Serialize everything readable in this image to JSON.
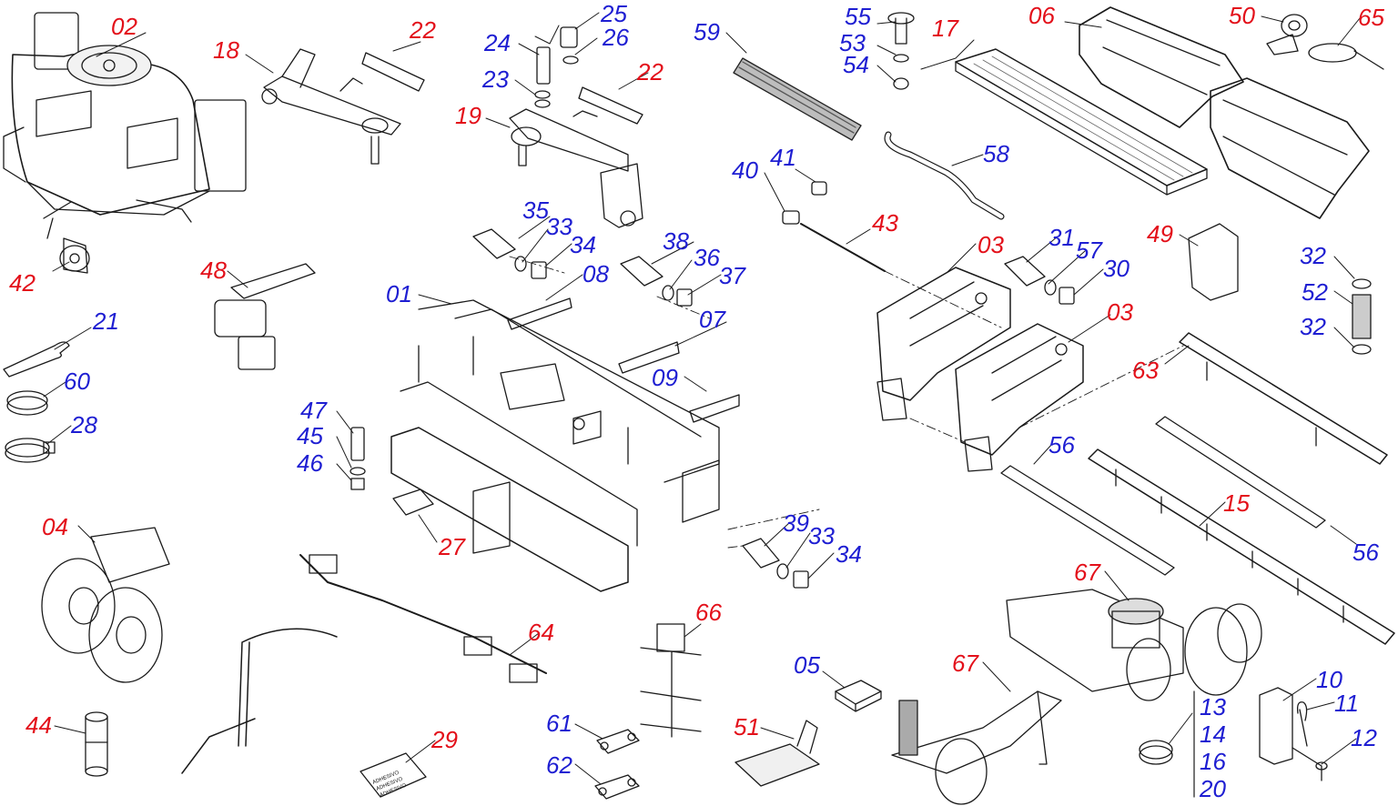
{
  "colors": {
    "red_label": "#e3101a",
    "blue_label": "#1e1ed2",
    "line": "#1a1a1a"
  },
  "decal_text": [
    "ADHESIVO",
    "ADHESIVO",
    "ADHESIVO"
  ],
  "parts": [
    {
      "id": "p02",
      "label": "02",
      "color": "red"
    },
    {
      "id": "p18",
      "label": "18",
      "color": "red"
    },
    {
      "id": "p22a",
      "label": "22",
      "color": "red"
    },
    {
      "id": "p25",
      "label": "25",
      "color": "blue"
    },
    {
      "id": "p24",
      "label": "24",
      "color": "blue"
    },
    {
      "id": "p26",
      "label": "26",
      "color": "blue"
    },
    {
      "id": "p23",
      "label": "23",
      "color": "blue"
    },
    {
      "id": "p22b",
      "label": "22",
      "color": "red"
    },
    {
      "id": "p19",
      "label": "19",
      "color": "red"
    },
    {
      "id": "p59",
      "label": "59",
      "color": "blue"
    },
    {
      "id": "p55",
      "label": "55",
      "color": "blue"
    },
    {
      "id": "p53",
      "label": "53",
      "color": "blue"
    },
    {
      "id": "p54",
      "label": "54",
      "color": "blue"
    },
    {
      "id": "p17",
      "label": "17",
      "color": "red"
    },
    {
      "id": "p06",
      "label": "06",
      "color": "red"
    },
    {
      "id": "p50",
      "label": "50",
      "color": "red"
    },
    {
      "id": "p65",
      "label": "65",
      "color": "red"
    },
    {
      "id": "p58",
      "label": "58",
      "color": "blue"
    },
    {
      "id": "p41",
      "label": "41",
      "color": "blue"
    },
    {
      "id": "p40",
      "label": "40",
      "color": "blue"
    },
    {
      "id": "p43",
      "label": "43",
      "color": "red"
    },
    {
      "id": "p42",
      "label": "42",
      "color": "red"
    },
    {
      "id": "p35a",
      "label": "35",
      "color": "blue"
    },
    {
      "id": "p33a",
      "label": "33",
      "color": "blue"
    },
    {
      "id": "p34a",
      "label": "34",
      "color": "blue"
    },
    {
      "id": "p38",
      "label": "38",
      "color": "blue"
    },
    {
      "id": "p36",
      "label": "36",
      "color": "blue"
    },
    {
      "id": "p37",
      "label": "37",
      "color": "blue"
    },
    {
      "id": "p08",
      "label": "08",
      "color": "blue"
    },
    {
      "id": "p01",
      "label": "01",
      "color": "blue"
    },
    {
      "id": "p48",
      "label": "48",
      "color": "red"
    },
    {
      "id": "p07",
      "label": "07",
      "color": "blue"
    },
    {
      "id": "p09",
      "label": "09",
      "color": "blue"
    },
    {
      "id": "p03a",
      "label": "03",
      "color": "red"
    },
    {
      "id": "p31",
      "label": "31",
      "color": "blue"
    },
    {
      "id": "p57",
      "label": "57",
      "color": "blue"
    },
    {
      "id": "p30",
      "label": "30",
      "color": "blue"
    },
    {
      "id": "p49",
      "label": "49",
      "color": "red"
    },
    {
      "id": "p32a",
      "label": "32",
      "color": "blue"
    },
    {
      "id": "p52",
      "label": "52",
      "color": "blue"
    },
    {
      "id": "p32b",
      "label": "32",
      "color": "blue"
    },
    {
      "id": "p03b",
      "label": "03",
      "color": "red"
    },
    {
      "id": "p63",
      "label": "63",
      "color": "red"
    },
    {
      "id": "p21",
      "label": "21",
      "color": "blue"
    },
    {
      "id": "p60",
      "label": "60",
      "color": "blue"
    },
    {
      "id": "p28",
      "label": "28",
      "color": "blue"
    },
    {
      "id": "p47",
      "label": "47",
      "color": "blue"
    },
    {
      "id": "p45",
      "label": "45",
      "color": "blue"
    },
    {
      "id": "p46",
      "label": "46",
      "color": "blue"
    },
    {
      "id": "p27",
      "label": "27",
      "color": "red"
    },
    {
      "id": "p56a",
      "label": "56",
      "color": "blue"
    },
    {
      "id": "p15",
      "label": "15",
      "color": "red"
    },
    {
      "id": "p56b",
      "label": "56",
      "color": "blue"
    },
    {
      "id": "p04",
      "label": "04",
      "color": "red"
    },
    {
      "id": "p39",
      "label": "39",
      "color": "blue"
    },
    {
      "id": "p33b",
      "label": "33",
      "color": "blue"
    },
    {
      "id": "p34b",
      "label": "34",
      "color": "blue"
    },
    {
      "id": "p67a",
      "label": "67",
      "color": "red"
    },
    {
      "id": "p66",
      "label": "66",
      "color": "red"
    },
    {
      "id": "p64",
      "label": "64",
      "color": "red"
    },
    {
      "id": "p05",
      "label": "05",
      "color": "blue"
    },
    {
      "id": "p67b",
      "label": "67",
      "color": "red"
    },
    {
      "id": "p10",
      "label": "10",
      "color": "blue"
    },
    {
      "id": "p11",
      "label": "11",
      "color": "blue"
    },
    {
      "id": "p13",
      "label": "13",
      "color": "blue"
    },
    {
      "id": "p14",
      "label": "14",
      "color": "blue"
    },
    {
      "id": "p16",
      "label": "16",
      "color": "blue"
    },
    {
      "id": "p20",
      "label": "20",
      "color": "blue"
    },
    {
      "id": "p12",
      "label": "12",
      "color": "blue"
    },
    {
      "id": "p44",
      "label": "44",
      "color": "red"
    },
    {
      "id": "p29",
      "label": "29",
      "color": "red"
    },
    {
      "id": "p61",
      "label": "61",
      "color": "blue"
    },
    {
      "id": "p62",
      "label": "62",
      "color": "blue"
    },
    {
      "id": "p51",
      "label": "51",
      "color": "red"
    }
  ]
}
